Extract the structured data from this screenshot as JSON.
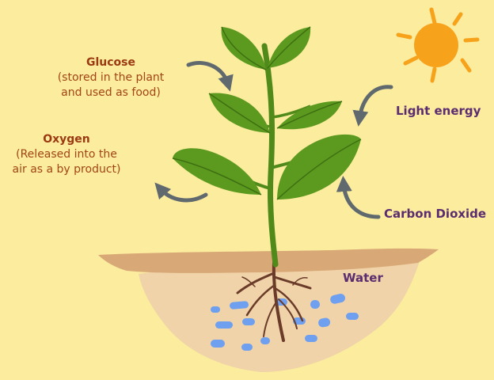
{
  "labels": {
    "glucose": {
      "title": "Glucose",
      "detail_1": "(stored in the plant",
      "detail_2": "and used as food)"
    },
    "oxygen": {
      "title": "Oxygen",
      "detail_1": "(Released into the",
      "detail_2": "air as a by product)"
    },
    "light_energy": "Light energy",
    "carbon_dioxide": "Carbon Dioxide",
    "water": "Water"
  },
  "colors": {
    "background": "#fcec9e",
    "sun": "#f7a21b",
    "leaf": "#5b9a1e",
    "leaf_dark": "#3f6f12",
    "stem": "#4f8a1a",
    "soil_top": "#d9a877",
    "soil": "#f0d3a8",
    "root": "#6b3b2a",
    "water_drop": "#6fa0f0",
    "arrow": "#606a6e",
    "label_brown": "#9b3a12",
    "label_purple": "#5b2c6f"
  },
  "icons": [
    "sun-icon",
    "plant-icon",
    "roots-icon",
    "water-drops-icon",
    "curved-arrow-icon"
  ]
}
